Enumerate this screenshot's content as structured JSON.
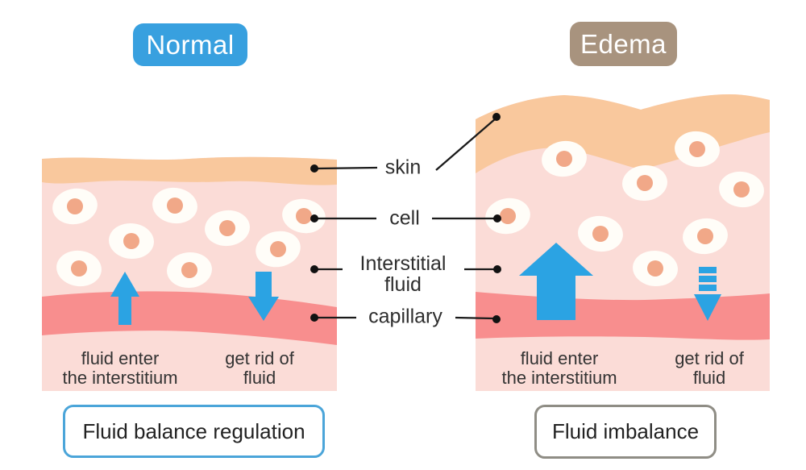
{
  "badges": {
    "normal": "Normal",
    "edema": "Edema"
  },
  "side_labels": {
    "skin": "skin",
    "cell": "cell",
    "interstitial_fluid_line1": "Interstitial",
    "interstitial_fluid_line2": "fluid",
    "capillary": "capillary"
  },
  "normal_panel": {
    "in_caption_line1": "fluid enter",
    "in_caption_line2": "the interstitium",
    "out_caption_line1": "get rid of",
    "out_caption_line2": "fluid",
    "footer": "Fluid balance regulation"
  },
  "edema_panel": {
    "in_caption_line1": "fluid enter",
    "in_caption_line2": "the interstitium",
    "out_caption_line1": "get rid of",
    "out_caption_line2": "fluid",
    "footer": "Fluid imbalance"
  },
  "colors": {
    "normal_badge": "#38A0DF",
    "edema_badge": "#A8937E",
    "skin_layer": "#F9C89D",
    "interstitial_fluid": "#FBDCD7",
    "capillary_layer": "#F88E8E",
    "cell_body": "#FFFDF8",
    "cell_nucleus": "#F1A888",
    "arrow_blue": "#2BA3E3",
    "normal_footer_border": "#4BA5D9",
    "edema_footer_border": "#8F8D85",
    "connector": "#1A1A1A",
    "text": "#303030"
  }
}
